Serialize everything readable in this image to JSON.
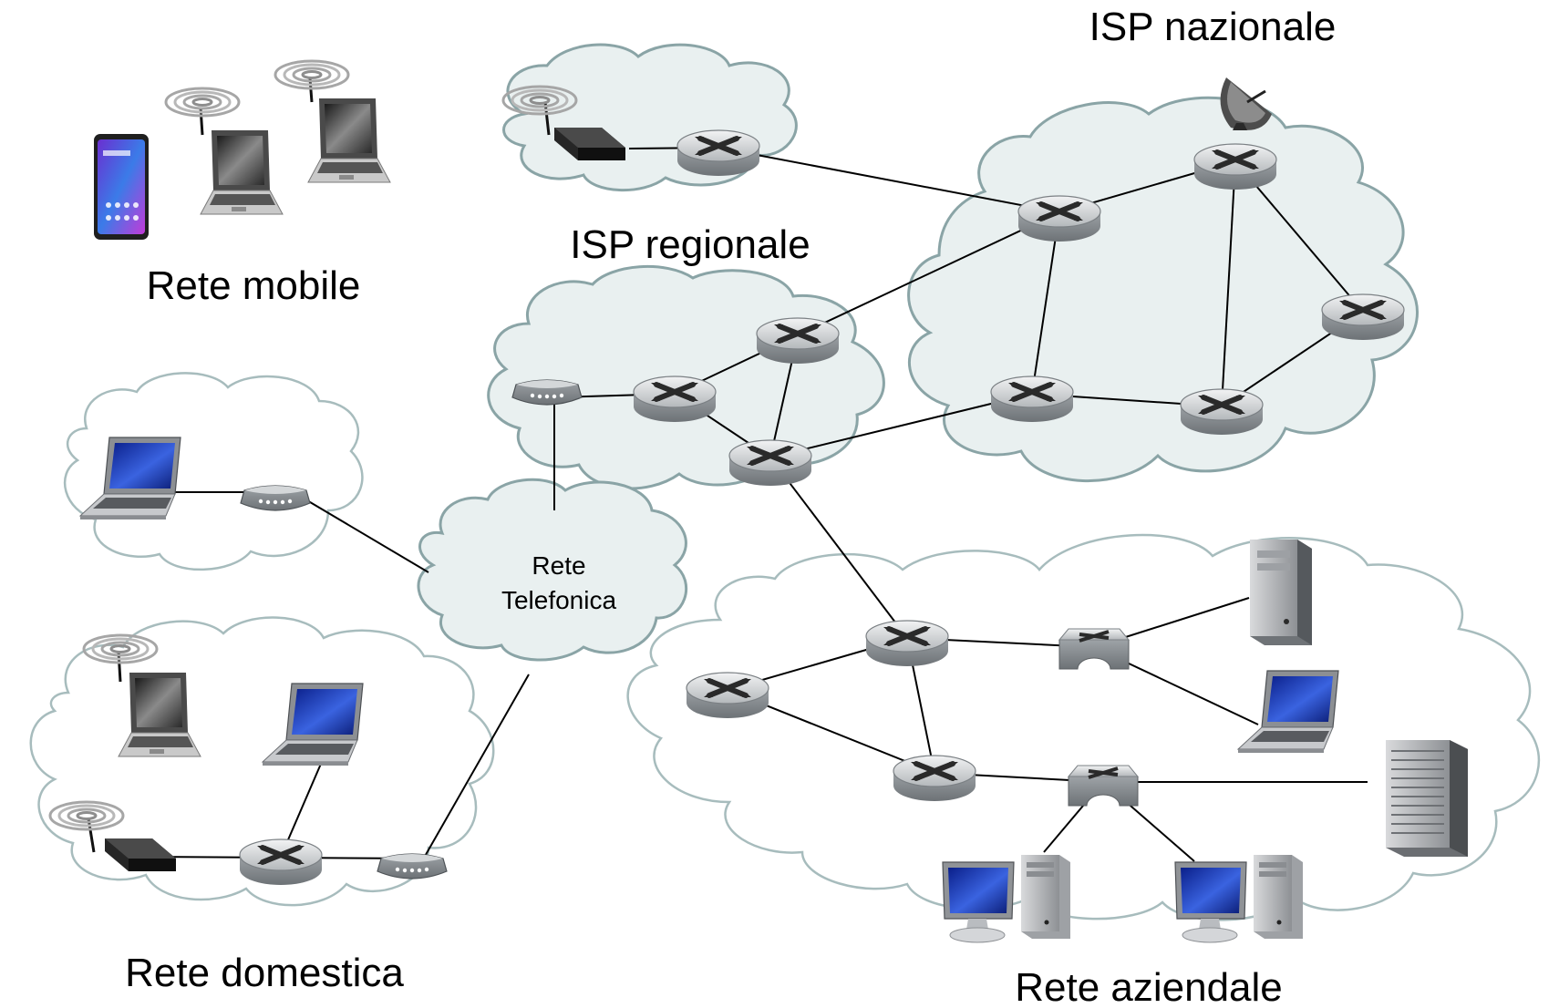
{
  "labels": {
    "isp_nazionale": "ISP nazionale",
    "isp_regionale": "ISP regionale",
    "rete_mobile": "Rete mobile",
    "rete_telefonica_1": "Rete",
    "rete_telefonica_2": "Telefonica",
    "rete_domestica": "Rete domestica",
    "rete_aziendale": "Rete aziendale"
  },
  "colors": {
    "cloud_fill": "#e9f0f0",
    "cloud_stroke": "#8aa4a6",
    "router_body": "#b9bdbf",
    "screen_blue": "#1f3fb8",
    "link": "#000000"
  },
  "icons": [
    "router-icon",
    "switch-icon",
    "modem-icon",
    "wireless-router-icon",
    "laptop-icon",
    "smartphone-icon",
    "server-icon",
    "desktop-pc-icon",
    "satellite-dish-icon",
    "antenna-waves-icon"
  ]
}
